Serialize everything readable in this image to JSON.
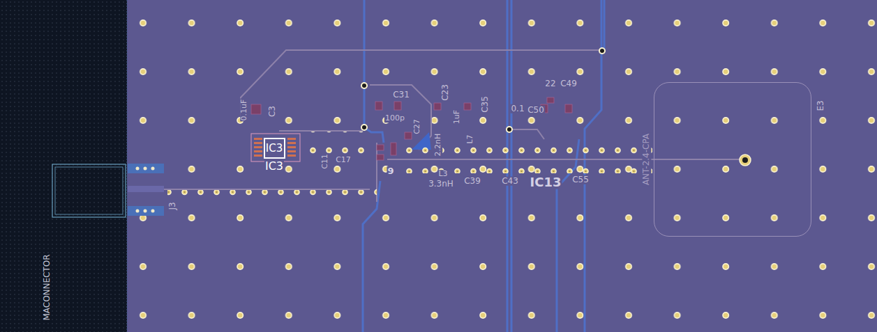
{
  "diagram": {
    "nodes": [
      {
        "text": [
          "IC3",
          "IC3"
        ]
      },
      {
        "text": [
          "ANT-2.4-CPA"
        ]
      }
    ],
    "labels": [
      "MACONNECTOR",
      "J3",
      "0.1uF",
      "C3",
      "C11",
      "C17",
      "C31",
      "100p",
      "C27",
      "C23",
      "1uF",
      "C35",
      "2.2nH",
      "L7",
      "9",
      "3.3nH",
      "L3",
      "C39",
      "C43",
      "IC13",
      "C55",
      "22",
      "C49",
      "0.1",
      "C50",
      "E3"
    ]
  }
}
